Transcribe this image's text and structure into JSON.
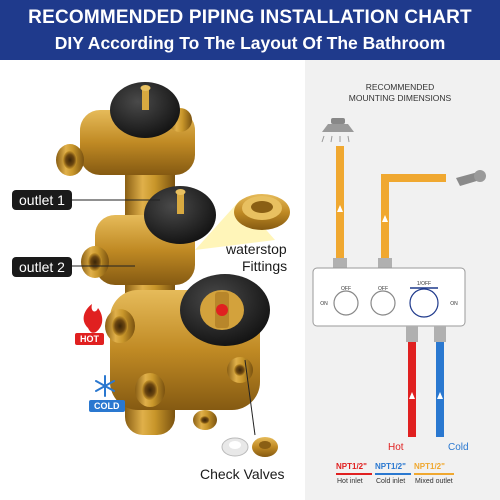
{
  "header": {
    "title": "RECOMMENDED PIPING INSTALLATION CHART",
    "subtitle": "DIY According To The Layout Of The Bathroom"
  },
  "callouts": {
    "outlet1": "outlet 1",
    "outlet2": "outlet 2",
    "waterstop": "waterstop",
    "fittings": "Fittings",
    "check_valves": "Check Valves"
  },
  "badges": {
    "hot": "HOT",
    "cold": "COLD"
  },
  "diagram": {
    "title_line1": "RECOMMENDED",
    "title_line2": "MOUNTING DIMENSIONS",
    "hot_label": "Hot",
    "cold_label": "Cold",
    "knob_labels": [
      "OFF",
      "OFF",
      "1/OFF"
    ],
    "side_on_left": "ON",
    "side_on_right": "ON"
  },
  "legend": [
    {
      "code": "NPT1/2\"",
      "desc": "Hot inlet",
      "color": "#e02020"
    },
    {
      "code": "NPT1/2\"",
      "desc": "Cold inlet",
      "color": "#2a78d0"
    },
    {
      "code": "NPT1/2\"",
      "desc": "Mixed outlet",
      "color": "#f0a830"
    }
  ],
  "colors": {
    "banner": "#1f3a8c",
    "hot": "#e02020",
    "cold": "#2a78d0",
    "mixed": "#f0a830",
    "brass": "#c8962a"
  }
}
